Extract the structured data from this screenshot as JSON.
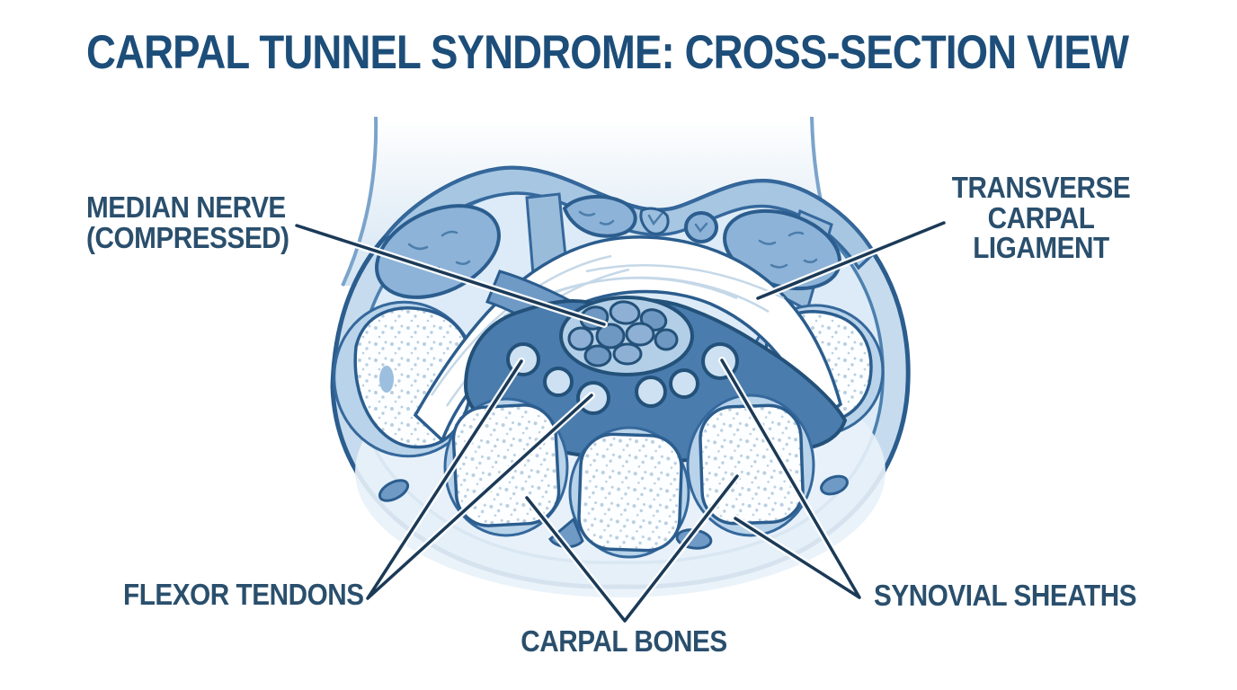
{
  "title": "CARPAL TUNNEL SYNDROME: CROSS-SECTION VIEW",
  "labels": {
    "median_nerve": {
      "lines": [
        "MEDIAN NERVE",
        "(COMPRESSED)"
      ]
    },
    "transverse_carpal_ligament": {
      "lines": [
        "TRANSVERSE",
        "CARPAL",
        "LIGAMENT"
      ]
    },
    "flexor_tendons": {
      "text": "FLEXOR TENDONS"
    },
    "carpal_bones": {
      "text": "CARPAL BONES"
    },
    "synovial_sheaths": {
      "text": "SYNOVIAL SHEATHS"
    }
  },
  "colors": {
    "title_text": "#1d4e7a",
    "label_text": "#2a4f6d",
    "leader_line": "#1b3a57",
    "outline": "#2b5d8e",
    "body_fill": "#c6dbed",
    "inner_fill": "#dcebf7",
    "muscle_fill": "#8db3d8",
    "ligament_fill": "#ffffff",
    "tunnel_fill": "#4a7cae",
    "nerve_fill": "#b3cfe7",
    "fascicle_fill": "#6e97c2",
    "tendon_fill": "#cde1f2",
    "bone_fill": "#fdfeff",
    "bone_speckle": "#b9cfe0",
    "sheath_fill": "#b8d3ea",
    "background": "#ffffff"
  }
}
